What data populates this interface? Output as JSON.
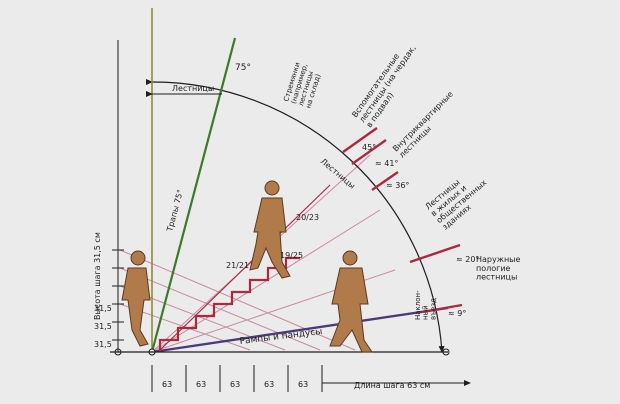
{
  "colors": {
    "background": "#ebebeb",
    "ink": "#1e1e1e",
    "ramp_line": "#4a3a7a",
    "ladder_line": "#3c7a2a",
    "stair_red": "#b0283c",
    "guide_pink": "#c98aa2",
    "vertical_olive": "#8a8a3a",
    "figure_fill": "#b07a4a"
  },
  "labels": {
    "lestnitsy_top": "Лестницы",
    "stremyanki": "Стремянки\n(например,\nлестницы\nна склад)",
    "angle_75": "75°",
    "vspomogatelnye": "Вспомогательные\nлестницы (на чердак,\nв подвал)",
    "angle_45": "45°",
    "vnutrikvartirnye": "Внутриквартирные\nлестницы",
    "angle_41": "≈ 41°",
    "lestnitsy_arc": "Лестницы",
    "angle_36": "≈ 36°",
    "zhilye": "Лестницы\nв жилых и\nобщественных\nзданиях",
    "trapy": "Трапы 75°",
    "ratio_20_23": "20/23",
    "ratio_21_21": "21/21",
    "ratio_19_25": "19/25",
    "angle_20": "≈ 20°",
    "naruzhnye": "Наружные\nпологие\nлестницы",
    "naklonny_vezd": "Наклон-\nный\nвъезд",
    "angle_9": "≈ 9°",
    "rampy": "Рампы  и  пандусы",
    "height_label": "Высота шага 31,5 см",
    "length_label": "Длина шага 63 см",
    "step_height_ticks": [
      "31,5",
      "31,5",
      "31,5"
    ],
    "step_length_ticks": [
      "63",
      "63",
      "63",
      "63",
      "63"
    ]
  }
}
